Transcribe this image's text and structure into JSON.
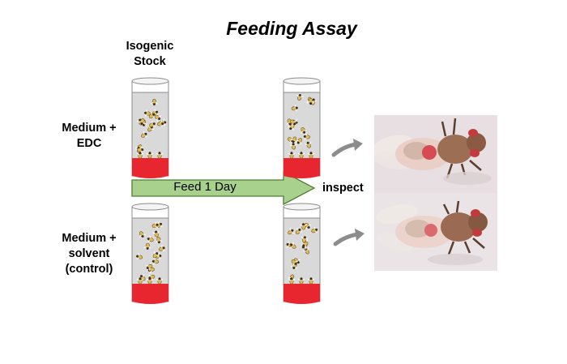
{
  "title": "Feeding Assay",
  "stock_label": [
    "Isogenic",
    "Stock"
  ],
  "row_labels": [
    [
      "Medium +",
      "EDC"
    ],
    [
      "Medium +",
      "solvent",
      "(control)"
    ]
  ],
  "arrow_label": "Feed 1 Day",
  "inspect_label": "inspect",
  "colors": {
    "arrow_fill": "#a9d18e",
    "arrow_stroke": "#507e32",
    "medium": "#e8262f",
    "vial_body": "#d9d9d9",
    "vial_stroke": "#8c8c8c",
    "small_arrow": "#8c8c8c",
    "photo_bg": "#e8dfe2"
  }
}
